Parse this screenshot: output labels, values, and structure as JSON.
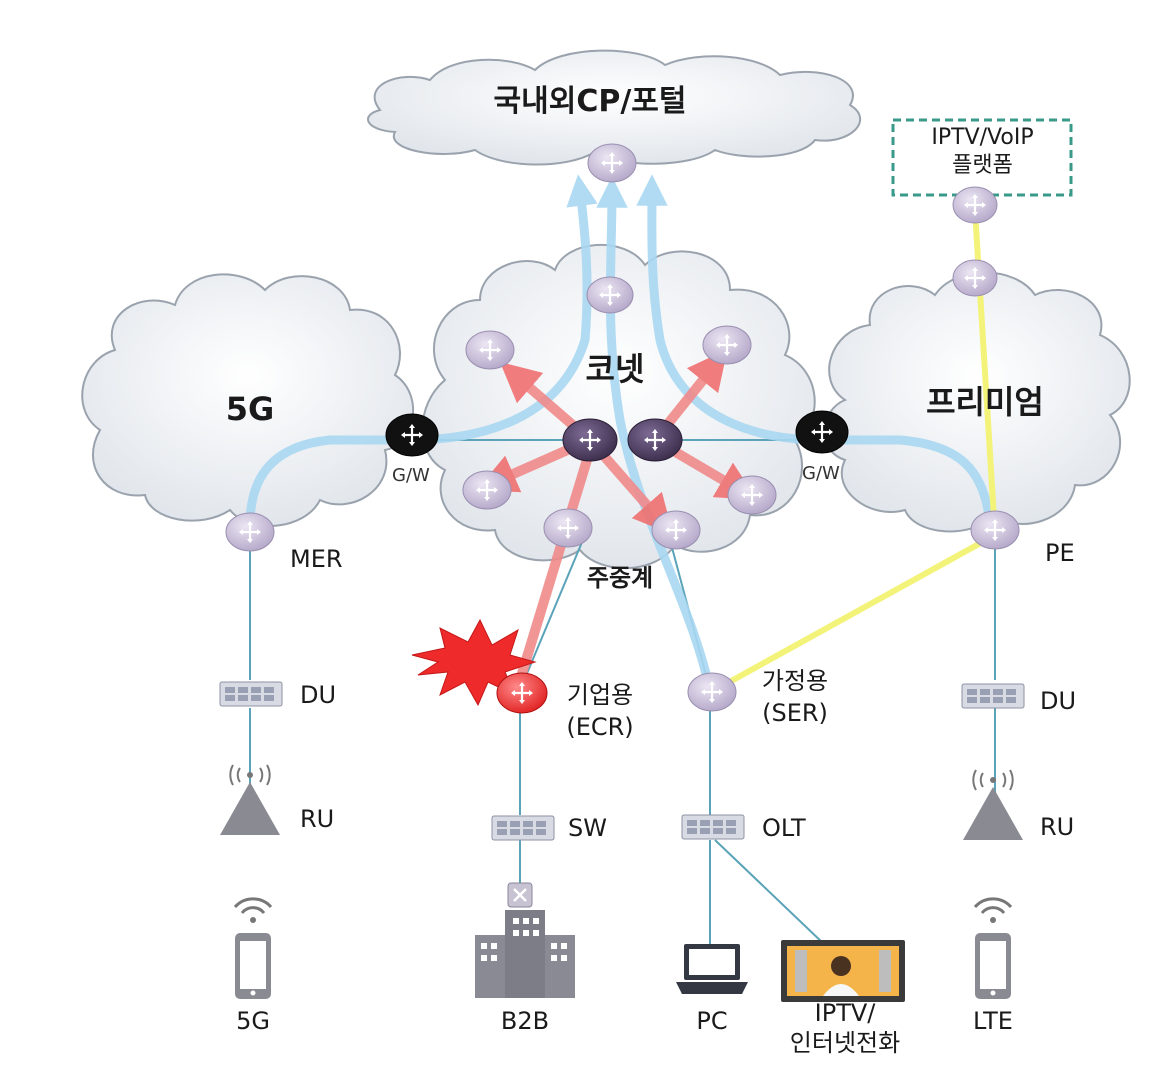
{
  "clouds": {
    "top": "국내외CP/포털",
    "left": "5G",
    "center": "코넷",
    "center_bottom": "주중계",
    "right": "프리미엄"
  },
  "platform": {
    "line1": "IPTV/VoIP",
    "line2": "플랫폼"
  },
  "gateways": {
    "left": "G/W",
    "right": "G/W"
  },
  "nodes": {
    "mer": "MER",
    "pe": "PE",
    "ecr_line1": "기업용",
    "ecr_line2": "(ECR)",
    "ser_line1": "가정용",
    "ser_line2": "(SER)"
  },
  "devices": {
    "du_left": "DU",
    "du_right": "DU",
    "ru_left": "RU",
    "ru_right": "RU",
    "sw": "SW",
    "olt": "OLT"
  },
  "endpoints": {
    "g5": "5G",
    "b2b": "B2B",
    "pc": "PC",
    "iptv_line1": "IPTV/",
    "iptv_line2": "인터넷전화",
    "lte": "LTE"
  },
  "colors": {
    "cloud_fill": "#eef1f4",
    "cloud_stroke": "#9aa3ad",
    "blue_flow": "#a9d8f2",
    "red_flow": "#f08a8a",
    "yellow_flow": "#f3f37a",
    "router_fill": "#c9bfd9",
    "core_router": "#4b3a5e",
    "gateway": "#111111",
    "failed_router": "#e83a3a",
    "link": "#5aa3b8",
    "platform_border": "#3a9a8a"
  }
}
